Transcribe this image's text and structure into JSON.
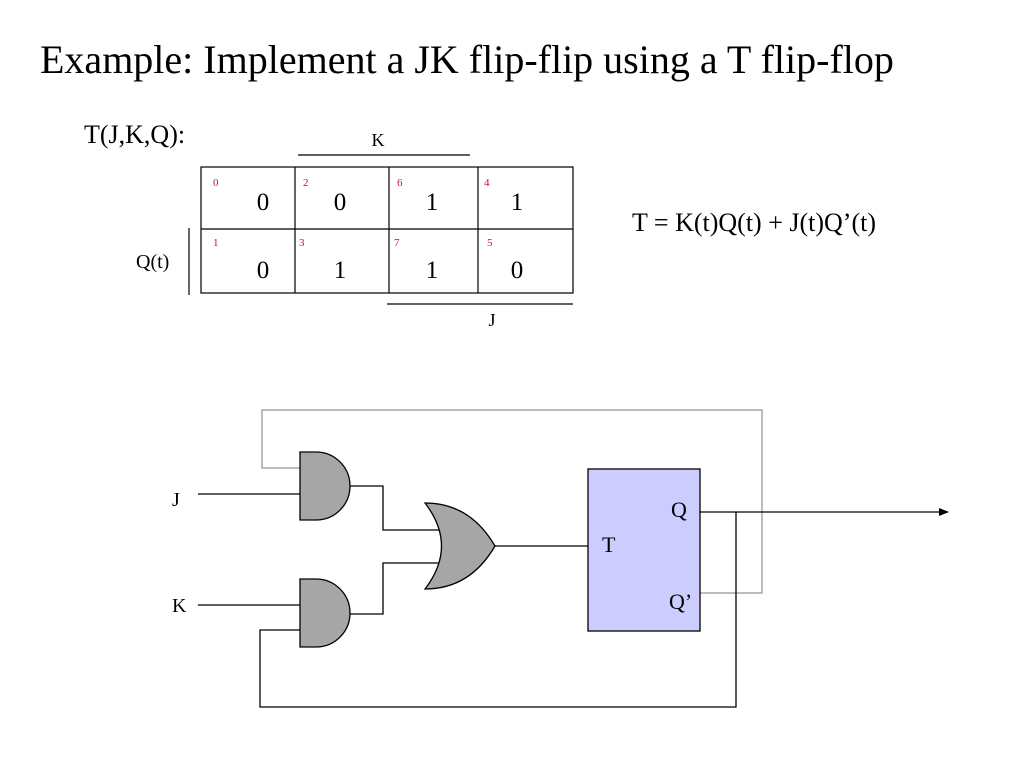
{
  "slide": {
    "title": "Example: Implement a JK flip-flip using a T flip-flop"
  },
  "kmap": {
    "label": "T(J,K,Q):",
    "top_variable": "K",
    "left_variable": "Q(t)",
    "bottom_variable": "J",
    "index_color": "#cc0066",
    "rows": [
      [
        {
          "index": "0",
          "value": "0"
        },
        {
          "index": "2",
          "value": "0"
        },
        {
          "index": "6",
          "value": "1"
        },
        {
          "index": "4",
          "value": "1"
        }
      ],
      [
        {
          "index": "1",
          "value": "0"
        },
        {
          "index": "3",
          "value": "1"
        },
        {
          "index": "7",
          "value": "1"
        },
        {
          "index": "5",
          "value": "0"
        }
      ]
    ]
  },
  "equation": "T = K(t)Q(t) + J(t)Q’(t)",
  "circuit": {
    "input_j": "J",
    "input_k": "K",
    "ff_input": "T",
    "ff_output_q": "Q",
    "ff_output_qn": "Q’",
    "ff_fill": "#ccccff",
    "gate_fill": "#a6a6a6",
    "qn_wire_color": "#a6a6a6"
  }
}
